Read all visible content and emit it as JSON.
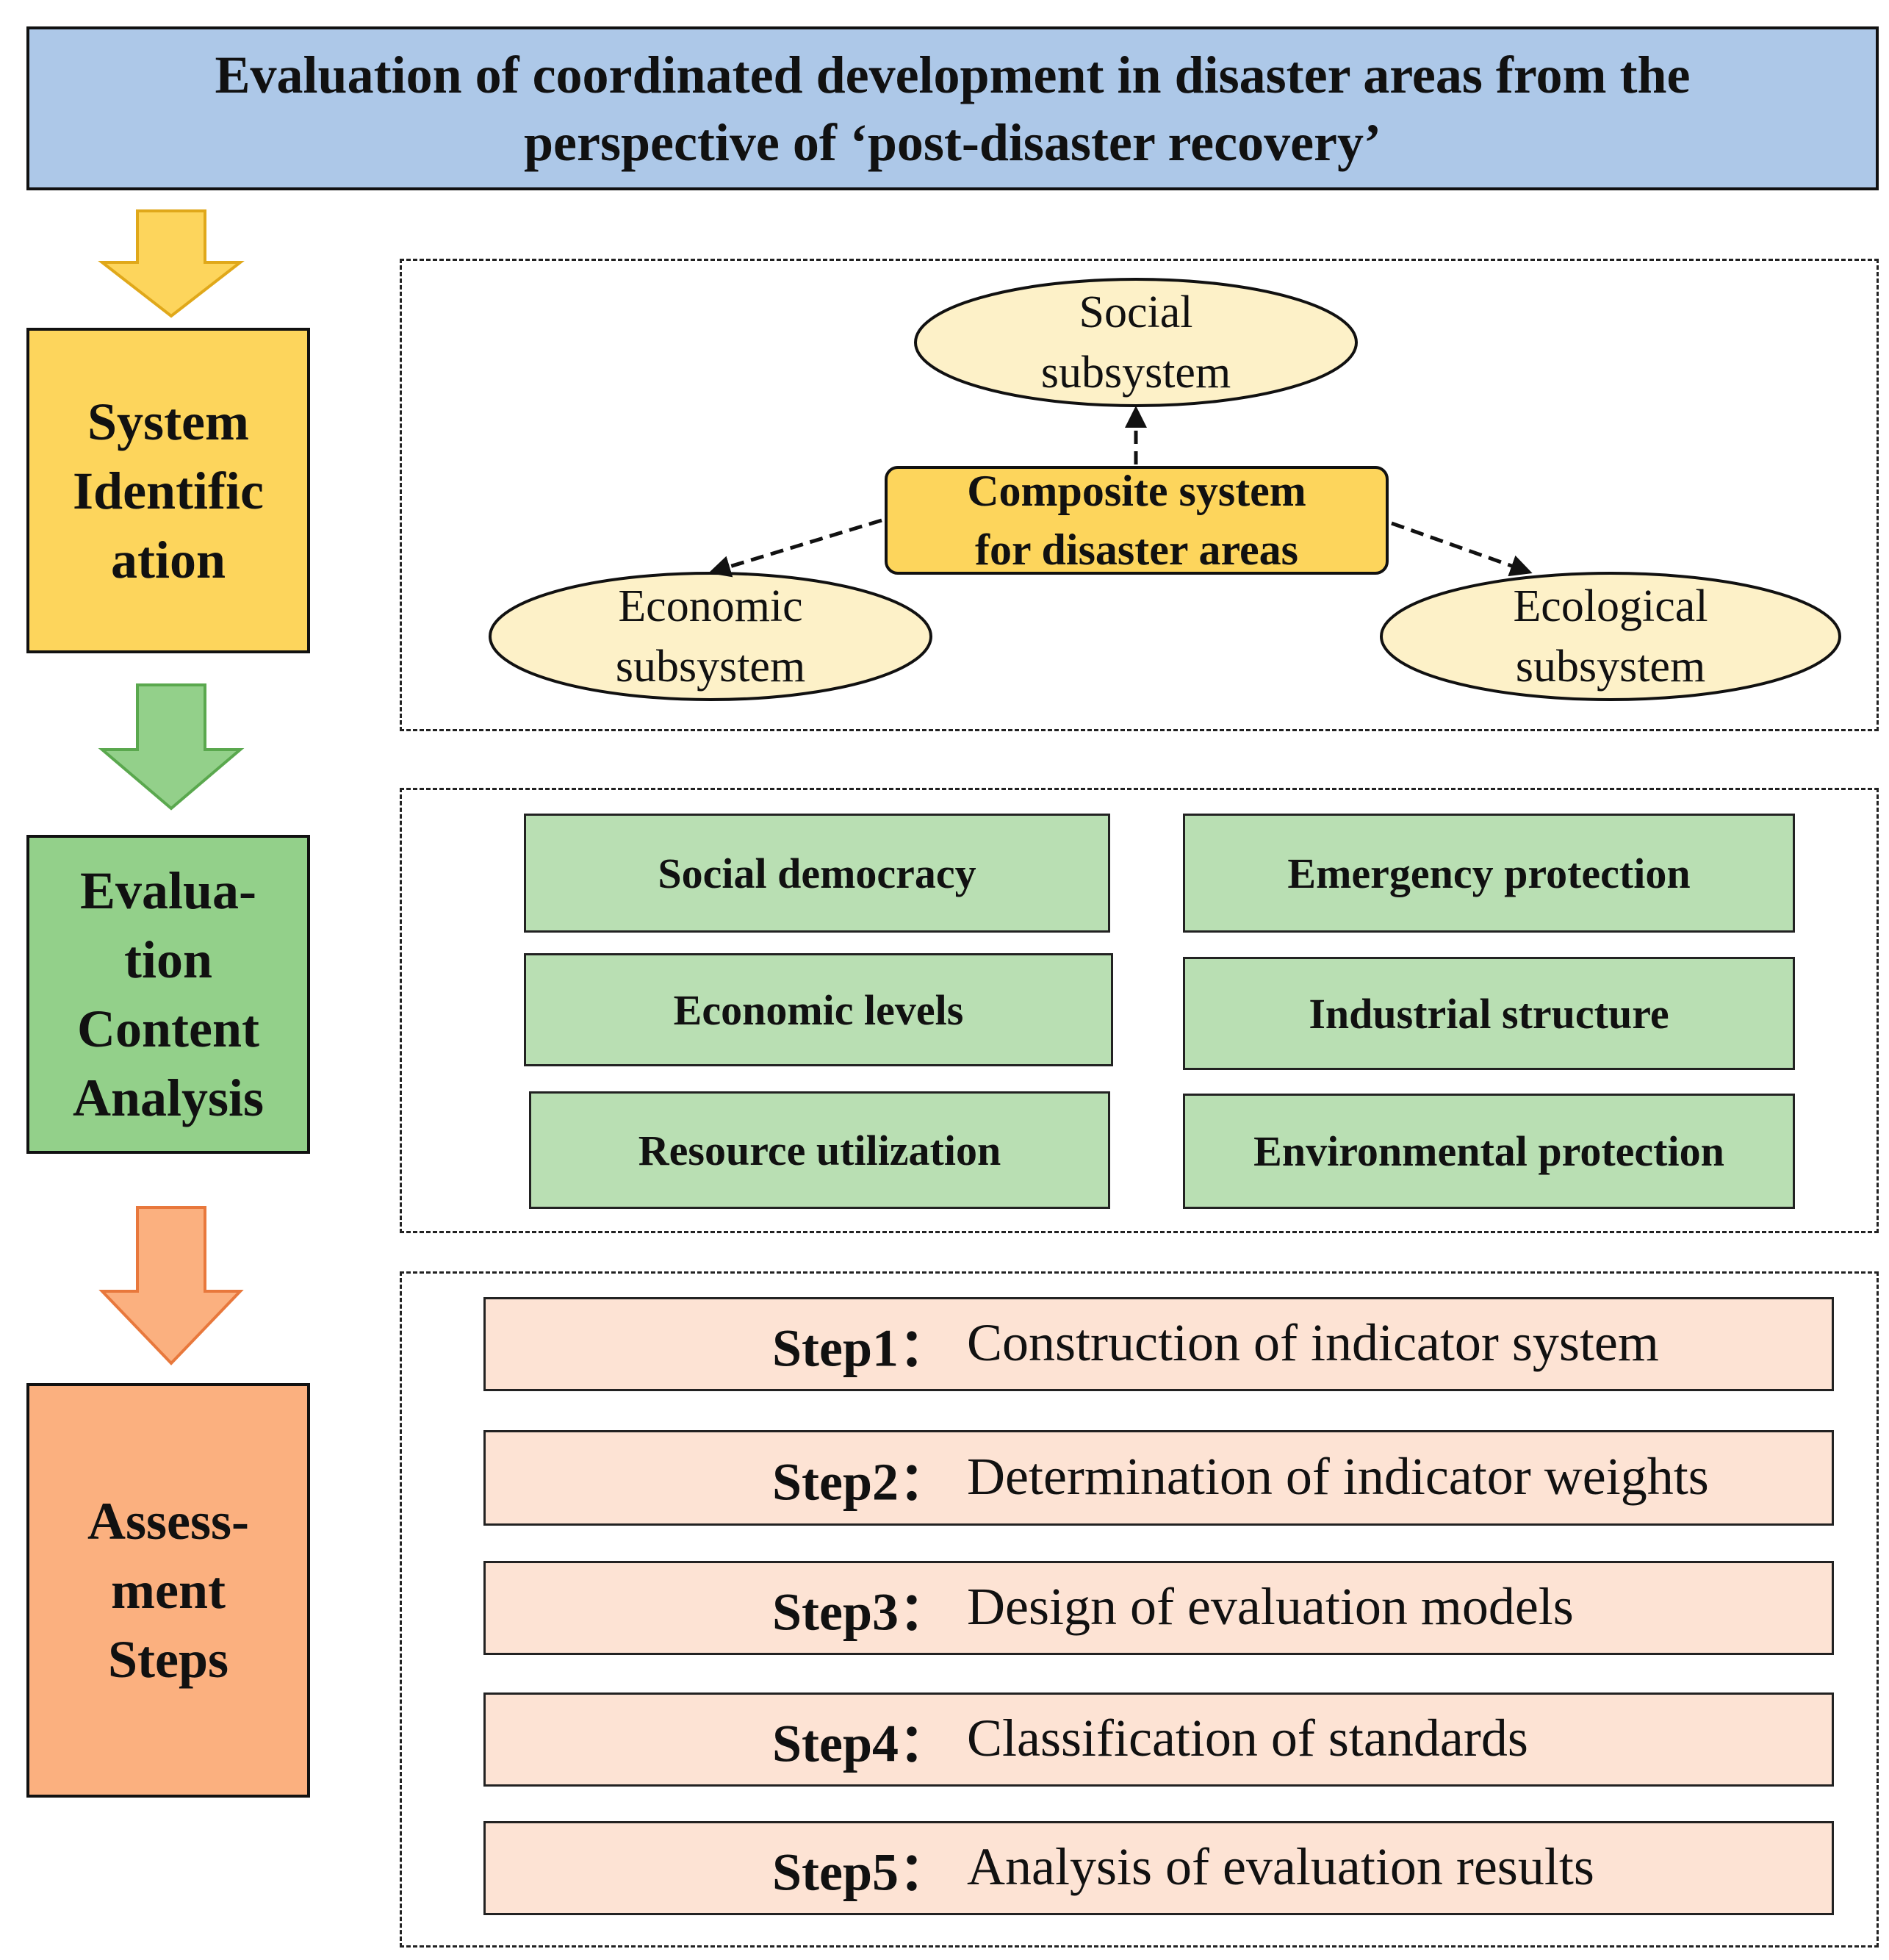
{
  "title": {
    "line1": "Evaluation of coordinated development in disaster areas from the",
    "line2": "perspective of ‘post-disaster recovery’"
  },
  "stages": [
    {
      "lines": [
        "System",
        "Identific",
        "ation"
      ],
      "color": "#fdd55c"
    },
    {
      "lines": [
        "Evalua-",
        "tion",
        "Content",
        "Analysis"
      ],
      "color": "#93d08a"
    },
    {
      "lines": [
        "Assess-",
        "ment",
        "Steps"
      ],
      "color": "#fbb07f"
    }
  ],
  "arrow_colors": [
    "#fdd55c",
    "#93d08a",
    "#fbb07f"
  ],
  "system": {
    "core": {
      "line1": "Composite system",
      "line2": "for disaster areas"
    },
    "social": {
      "line1": "Social",
      "line2": "subsystem"
    },
    "economic": {
      "line1": "Economic",
      "line2": "subsystem"
    },
    "ecological": {
      "line1": "Ecological",
      "line2": "subsystem"
    }
  },
  "content_items": [
    "Social democracy",
    "Emergency protection",
    "Economic levels",
    "Industrial structure",
    "Resource utilization",
    "Environmental protection"
  ],
  "steps": [
    {
      "label": "Step1：",
      "text": "Construction of indicator system"
    },
    {
      "label": "Step2：",
      "text": "Determination of indicator weights"
    },
    {
      "label": "Step3：",
      "text": "Design of evaluation models"
    },
    {
      "label": "Step4：",
      "text": "Classification of standards"
    },
    {
      "label": "Step5：",
      "text": "Analysis of evaluation results"
    }
  ]
}
